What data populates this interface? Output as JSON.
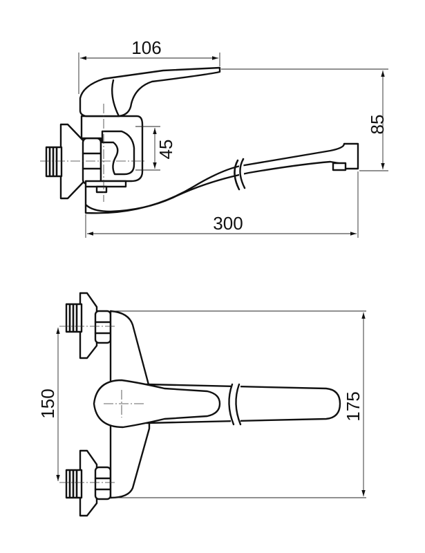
{
  "side_view": {
    "dim_handle_length": "106",
    "dim_height": "85",
    "dim_body": "45",
    "dim_spout_length": "300"
  },
  "top_view": {
    "dim_inlet_spacing": "150",
    "dim_depth": "175"
  }
}
